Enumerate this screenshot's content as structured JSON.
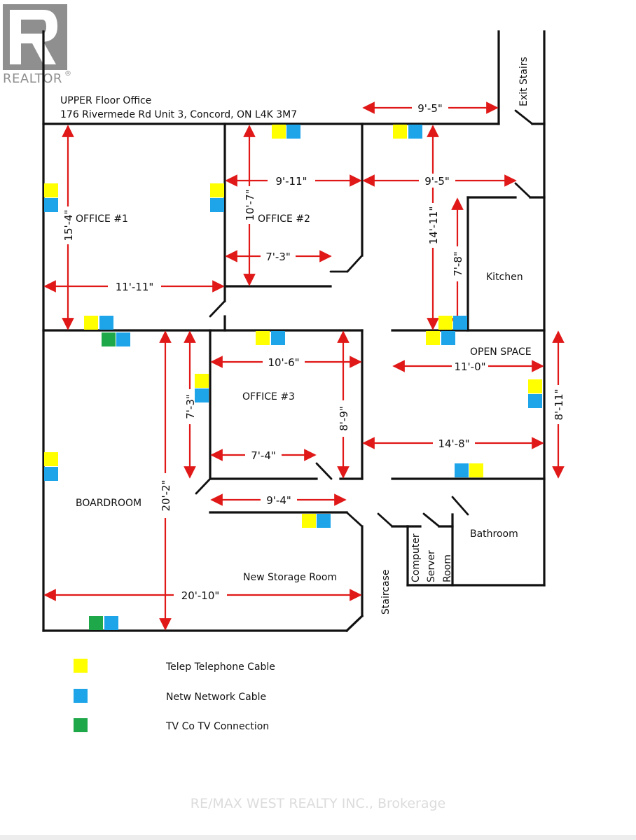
{
  "logo": {
    "text": "REALTOR",
    "reg": "®"
  },
  "header": {
    "line1": "UPPER Floor Office",
    "line2": "176 Rivermede Rd Unit 3, Concord, ON L4K 3M7"
  },
  "rooms": {
    "office1": "OFFICE #1",
    "office2": "OFFICE #2",
    "office3": "OFFICE #3",
    "kitchen": "Kitchen",
    "open_space": "OPEN SPACE",
    "boardroom": "BOARDROOM",
    "bathroom": "Bathroom",
    "storage": "New Storage Room",
    "exit_stairs": "Exit Stairs",
    "staircase": "Staircase",
    "server_1": "Computer",
    "server_2": "Server",
    "server_3": "Room"
  },
  "dimensions": {
    "office1_height": "15'-4\"",
    "office1_width": "11'-11\"",
    "office2_height": "10'-7\"",
    "office2_width": "9'-11\"",
    "office2_inner": "7'-3\"",
    "top_right": "9'-5\"",
    "corridor_width": "9'-5\"",
    "corridor_height": "14'-11\"",
    "kitchen_height": "7'-8\"",
    "office3_width": "10'-6\"",
    "office3_height": "8'-9\"",
    "office3_inner": "7'-4\"",
    "office3_side": "7'-3\"",
    "open_width": "11'-0\"",
    "open_height": "8'-11\"",
    "open_lower": "14'-8\"",
    "boardroom_height": "20'-2\"",
    "storage_inner": "9'-4\"",
    "boardroom_width": "20'-10\""
  },
  "legend": [
    {
      "label": "Telep Telephone Cable",
      "color": "#ffff00"
    },
    {
      "label": "Netw Network Cable",
      "color": "#1ea5e9"
    },
    {
      "label": "TV Co TV Connection",
      "color": "#1fa84a"
    }
  ],
  "colors": {
    "telephone": "#ffff00",
    "network": "#1ea5e9",
    "tv": "#1fa84a",
    "dimension": "#e01818",
    "wall": "#111111"
  },
  "watermark": "RE/MAX WEST REALTY INC., Brokerage"
}
